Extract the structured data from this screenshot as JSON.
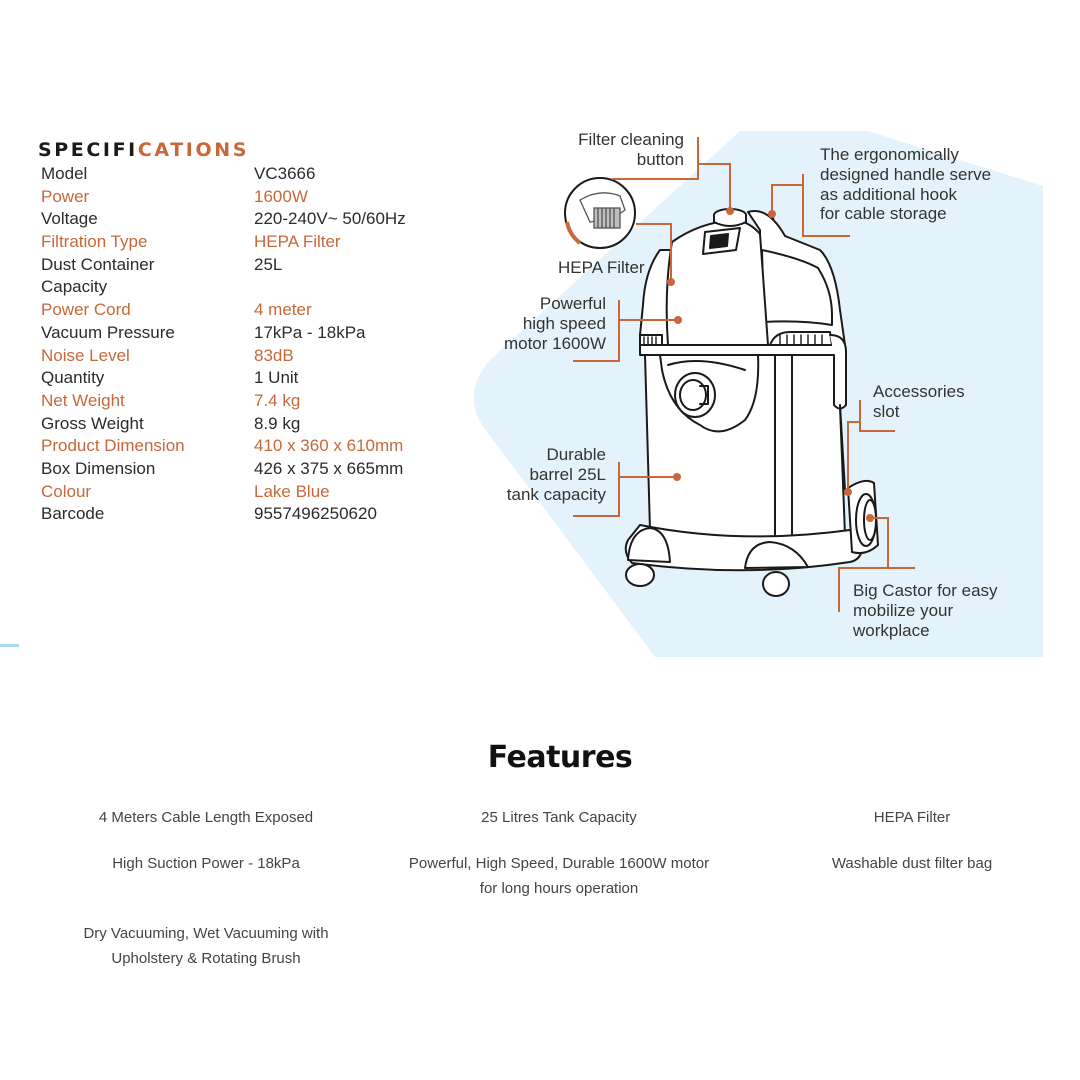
{
  "specifications": {
    "title_dark": "SPECIFI",
    "title_accent": "CATIONS",
    "rows": [
      {
        "label": "Model",
        "value": "VC3666",
        "style": "dark"
      },
      {
        "label": "Power",
        "value": "1600W",
        "style": "orange"
      },
      {
        "label": "Voltage",
        "value": "220-240V~ 50/60Hz",
        "style": "dark"
      },
      {
        "label": "Filtration Type",
        "value": "HEPA Filter",
        "style": "orange"
      },
      {
        "label": "Dust Container",
        "value": "25L",
        "style": "dark"
      },
      {
        "label": "Capacity",
        "value": "",
        "style": "dark"
      },
      {
        "label": "Power Cord",
        "value": "4 meter",
        "style": "orange"
      },
      {
        "label": "Vacuum Pressure",
        "value": "17kPa - 18kPa",
        "style": "dark"
      },
      {
        "label": "Noise Level",
        "value": "83dB",
        "style": "orange"
      },
      {
        "label": "Quantity",
        "value": "1 Unit",
        "style": "dark"
      },
      {
        "label": "Net Weight",
        "value": "7.4 kg",
        "style": "orange"
      },
      {
        "label": "Gross Weight",
        "value": "8.9 kg",
        "style": "dark"
      },
      {
        "label": "Product Dimension",
        "value": "410 x 360 x 610mm",
        "style": "orange"
      },
      {
        "label": "Box Dimension",
        "value": "426 x 375 x 665mm",
        "style": "dark"
      },
      {
        "label": "Colour",
        "value": "Lake Blue",
        "style": "orange"
      },
      {
        "label": "Barcode",
        "value": "9557496250620",
        "style": "dark"
      }
    ]
  },
  "diagram": {
    "callouts": {
      "filter_cleaning_button": [
        "Filter cleaning",
        "button"
      ],
      "handle": [
        "The ergonomically",
        "designed handle serve",
        "as additional hook",
        "for cable storage"
      ],
      "hepa_filter": [
        "HEPA Filter"
      ],
      "motor": [
        "Powerful",
        "high speed",
        "motor 1600W"
      ],
      "accessories_slot": [
        "Accessories",
        "slot"
      ],
      "barrel": [
        "Durable",
        "barrel 25L",
        "tank capacity"
      ],
      "castor": [
        "Big Castor for easy",
        "mobilize your",
        "workplace"
      ]
    }
  },
  "features": {
    "title": "Features",
    "items": [
      {
        "lines": [
          "4 Meters Cable Length Exposed"
        ]
      },
      {
        "lines": [
          "25 Litres Tank Capacity"
        ]
      },
      {
        "lines": [
          "HEPA Filter"
        ]
      },
      {
        "lines": [
          "High Suction Power - 18kPa"
        ]
      },
      {
        "lines": [
          "Powerful, High Speed, Durable 1600W motor",
          "for long hours operation"
        ]
      },
      {
        "lines": [
          "Washable dust filter bag"
        ]
      },
      {
        "lines": [
          "Dry Vacuuming, Wet Vacuuming with",
          "Upholstery & Rotating Brush"
        ]
      }
    ]
  },
  "colors": {
    "accent": "#c8683a",
    "text": "#2b2b2b",
    "background_shape": "#e4f3fb",
    "marker": "#a9dbef"
  }
}
